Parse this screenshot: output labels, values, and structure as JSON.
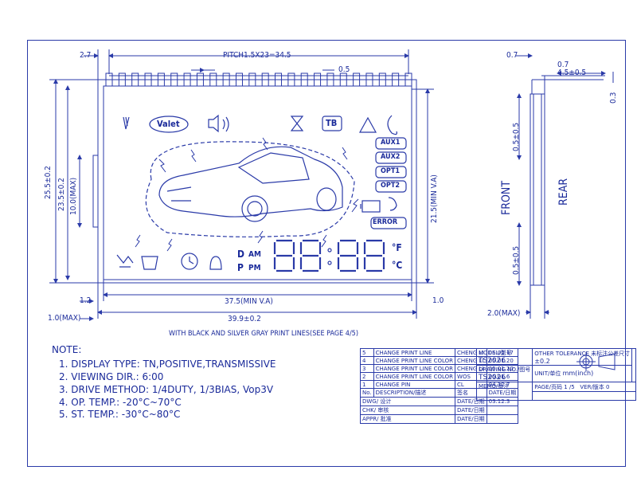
{
  "dimensions": {
    "pitch": "PITCH1.5X23=34.5",
    "left_offset": "2.7",
    "pin_width": "0.5",
    "height_total": "25.5±0.2",
    "height_glass": "23.5±0.2",
    "height_max": "10.0(MAX)",
    "va_height": "21.5(MIN V.A)",
    "va_width": "37.5(MIN V.A)",
    "width_total": "39.9±0.2",
    "bottom_left": "1.2",
    "left_max": "1.0(MAX)",
    "right_bottom": "1.0"
  },
  "side_view": {
    "top_left": "0.7",
    "top_small": "0.7",
    "top_width": "4.5±0.5",
    "right_dim": "0.3",
    "upper_dim": "0.5±0.5",
    "lower_dim": "0.5±0.5",
    "bottom_dim": "2.0(MAX)",
    "front_label": "FRONT",
    "rear_label": "REAR"
  },
  "lcd": {
    "valet": "Valet",
    "tb": "TB",
    "aux1": "AUX1",
    "aux2": "AUX2",
    "opt1": "OPT1",
    "opt2": "OPT2",
    "error": "ERROR",
    "dam": "AM",
    "d": "D",
    "p": "P",
    "pm": "PM",
    "deg_f": "°F",
    "deg_c": "°C"
  },
  "print_note": "WITH BLACK AND SILVER GRAY PRINT LINES(SEE PAGE 4/5)",
  "notes": {
    "title": "NOTE:",
    "items": [
      "1. DISPLAY TYPE: TN,POSITIVE,TRANSMISSIVE",
      "2. VIEWING DIR.: 6:00",
      "3. DRIVE METHOD: 1/4DUTY, 1/3BIAS, Vop3V",
      "4. OP. TEMP.: -20°C~70°C",
      "5. ST. TEMP.: -30°C~80°C"
    ]
  },
  "title_block": {
    "revisions": [
      {
        "no": "5",
        "desc": "CHANGE PRINT LINE",
        "by": "CHENG LI",
        "date": "05.02.17"
      },
      {
        "no": "4",
        "desc": "CHANGE PRINT LINE COLOR",
        "by": "CHENG LI",
        "date": "05.01.20"
      },
      {
        "no": "3",
        "desc": "CHANGE PRINT LINE COLOR",
        "by": "CHENG LI",
        "date": "05.01.20"
      },
      {
        "no": "2",
        "desc": "CHANGE PRINT LINE COLOR",
        "by": "WOS",
        "date": "05.01.6"
      },
      {
        "no": "1",
        "desc": "CHANGE PIN",
        "by": "CL",
        "date": "04.12.7"
      }
    ],
    "header": {
      "no": "No.",
      "desc": "DESCRIPTION/描述",
      "by": "签名",
      "date": "DATE/日期"
    },
    "dwg": "DWG/ 设计",
    "chk": "CHK/ 审核",
    "appr": "APPR/ 批准",
    "date_label": "DATE/日期",
    "dwg_date": "03.12.3",
    "model_label": "MODEL/型号",
    "model": "TS2026",
    "drawing_label": "DRAWING NO./图号",
    "drawing": "TS2026",
    "memo_label": "MEMO/备注",
    "tolerance_label": "OTHER TOLERANCE 未标注公差尺寸",
    "tolerance": "±0.2",
    "unit_label": "UNIT/单位",
    "unit": "mm(inch)",
    "page_label": "PAGE/页码",
    "page": "1 /5",
    "ver_label": "VER/版本",
    "ver": "0"
  }
}
